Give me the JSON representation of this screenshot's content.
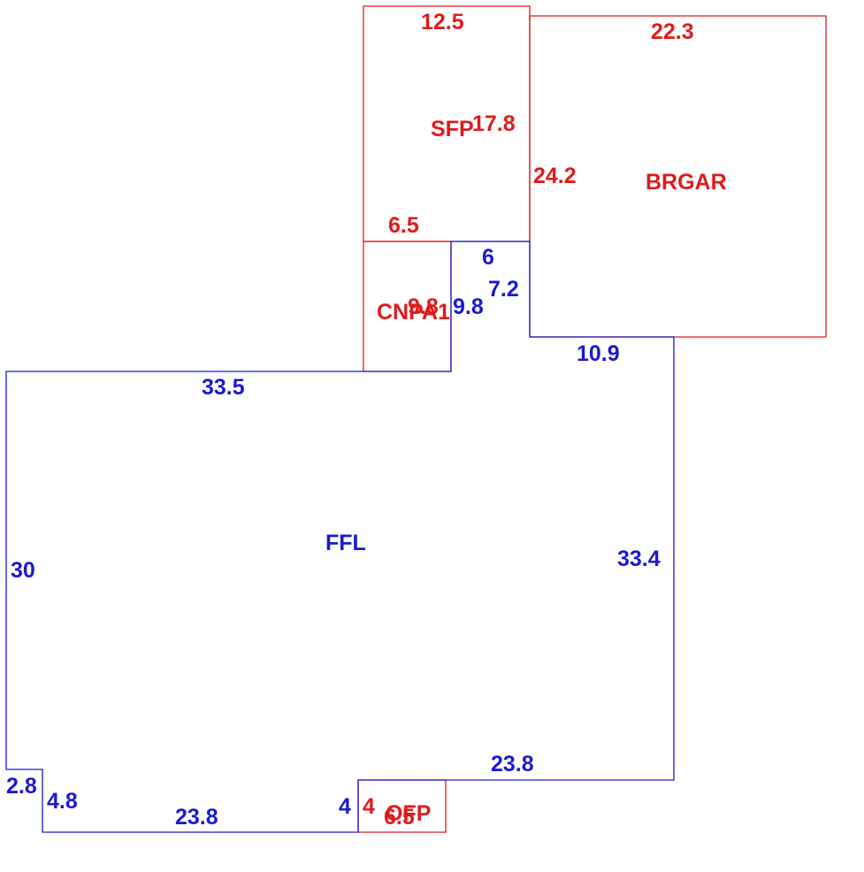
{
  "colors": {
    "red": "#e01b1b",
    "blue": "#1a1ad0"
  },
  "areas": {
    "sfp": "SFP",
    "brgar": "BRGAR",
    "cnpa": "CNPA",
    "cnpa_suffix": "1",
    "ffl": "FFL",
    "ofp": "OFP"
  },
  "dims": {
    "sfp_top": "12.5",
    "sfp_side": "17.8",
    "sfp_bottom": "6.5",
    "brgar_top": "22.3",
    "brgar_side": "24.2",
    "cnpa_side": "9.8",
    "notch_top": "6",
    "notch_side_a": "7.2",
    "notch_side_b": "9.8",
    "ffl_notch_bottom": "10.9",
    "ffl_top": "33.5",
    "ffl_left": "30",
    "ffl_right": "33.4",
    "ffl_bottom_right": "23.8",
    "ffl_step_height": "2.8",
    "ffl_step_width": "4.8",
    "ffl_bottom_left": "23.8",
    "ffl_ofp_side": "4",
    "ofp_side": "4",
    "ofp_width": "6.5"
  }
}
